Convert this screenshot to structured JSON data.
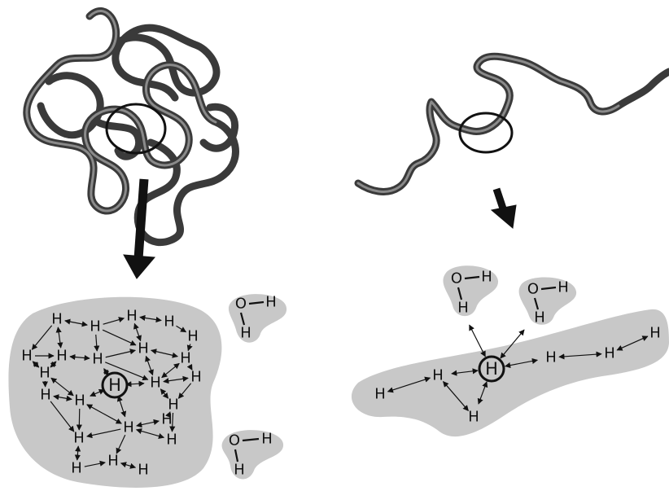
{
  "diagram": {
    "folded_panel": {
      "network_atoms": [
        {
          "id": "a1",
          "label": "H"
        },
        {
          "id": "a2",
          "label": "H"
        },
        {
          "id": "a3",
          "label": "H"
        },
        {
          "id": "a4",
          "label": "H"
        },
        {
          "id": "a5",
          "label": "H"
        },
        {
          "id": "a6",
          "label": "H"
        },
        {
          "id": "a7",
          "label": "H"
        },
        {
          "id": "a8",
          "label": "H"
        },
        {
          "id": "a9",
          "label": "H"
        },
        {
          "id": "a10",
          "label": "H"
        },
        {
          "id": "a11",
          "label": "H"
        },
        {
          "id": "a12",
          "label": "H"
        },
        {
          "id": "a13",
          "label": "H"
        },
        {
          "id": "a14",
          "label": "H"
        },
        {
          "id": "a15",
          "label": "H"
        },
        {
          "id": "a16",
          "label": "H"
        },
        {
          "id": "a17",
          "label": "H"
        },
        {
          "id": "a18",
          "label": "H"
        },
        {
          "id": "a19",
          "label": "H"
        },
        {
          "id": "a20",
          "label": "H"
        },
        {
          "id": "a21",
          "label": "H"
        },
        {
          "id": "a22",
          "label": "H"
        }
      ],
      "central_atom": "H",
      "waters": [
        {
          "oxygen": "O",
          "h1": "H",
          "h2": "H"
        },
        {
          "oxygen": "O",
          "h1": "H",
          "h2": "H"
        }
      ]
    },
    "unfolded_panel": {
      "chain_atoms": [
        {
          "id": "b1",
          "label": "H"
        },
        {
          "id": "b2",
          "label": "H"
        },
        {
          "id": "b3",
          "label": "H"
        },
        {
          "id": "b4",
          "label": "H"
        },
        {
          "id": "b5",
          "label": "H"
        },
        {
          "id": "b6",
          "label": "H"
        },
        {
          "id": "b7",
          "label": "H"
        }
      ],
      "central_atom": "H",
      "waters": [
        {
          "oxygen": "O",
          "h1": "H",
          "h2": "H"
        },
        {
          "oxygen": "O",
          "h1": "H",
          "h2": "H"
        }
      ]
    }
  }
}
